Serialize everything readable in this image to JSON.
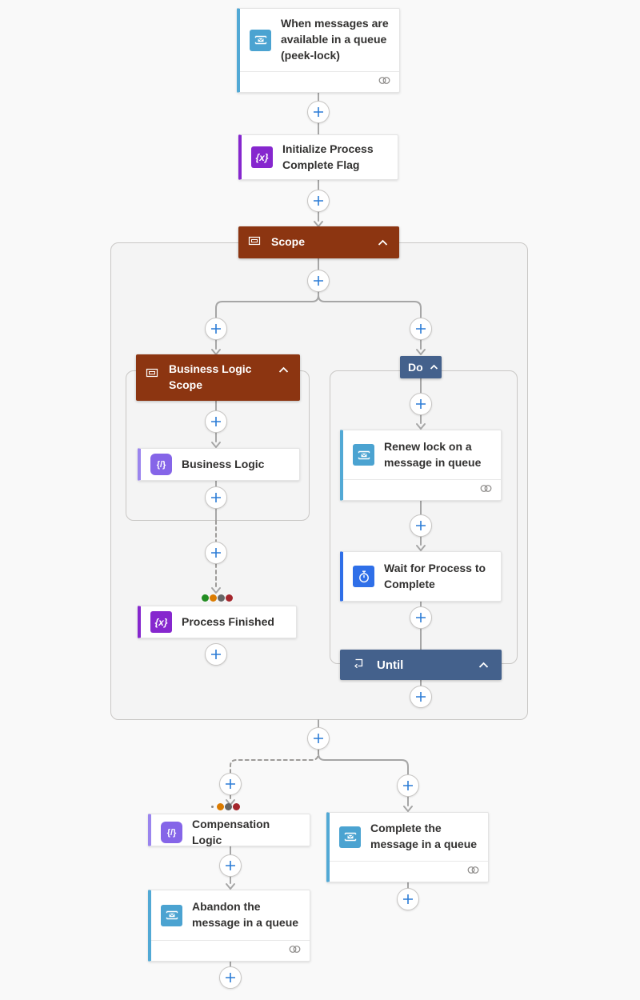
{
  "colors": {
    "page_bg": "#f9f9f9",
    "container_bg": "#f4f4f4",
    "container_border": "#c9c7c5",
    "connector_gray": "#a6a6a6",
    "plus_blue": "#2b7cd6",
    "card_text": "#323130",
    "scope_header_bg": "#8c3511",
    "loop_header_bg": "#44618c",
    "accent_service_bus": "#52a9d5",
    "icon_service_bus_bg": "#4ba3d1",
    "accent_variables": "#8627ce",
    "accent_inline_code": "#9b85ee",
    "icon_inline_code_bg": "#8565e8",
    "accent_delay": "#2f6fe8",
    "dot_green": "#218c21",
    "dot_orange": "#db7b00",
    "dot_gray": "#666666",
    "dot_red": "#a4262c"
  },
  "glyphs": {
    "variables": "{x}",
    "inline_code": "{/}"
  },
  "nodes": {
    "trigger": {
      "title": "When messages are available in a queue (peek-lock)",
      "icon": "service-bus"
    },
    "initialize_variable": {
      "title": "Initialize Process Complete Flag",
      "icon": "variables"
    },
    "scope": {
      "title": "Scope",
      "icon": "scope"
    },
    "business_logic_scope": {
      "title": "Business Logic Scope",
      "icon": "scope"
    },
    "business_logic": {
      "title": "Business Logic",
      "icon": "inline-code"
    },
    "process_finished": {
      "title": "Process Finished",
      "icon": "variables"
    },
    "do_loop": {
      "label": "Do"
    },
    "renew_lock": {
      "title": "Renew lock on a message in queue",
      "icon": "service-bus"
    },
    "wait_for_process": {
      "title": "Wait for Process to Complete",
      "icon": "delay"
    },
    "until": {
      "title": "Until",
      "icon": "until-loop"
    },
    "compensation_logic": {
      "title": "Compensation Logic",
      "icon": "inline-code"
    },
    "complete_message": {
      "title": "Complete the message in a queue",
      "icon": "service-bus"
    },
    "abandon_message": {
      "title": "Abandon the message in a queue",
      "icon": "service-bus"
    }
  },
  "run_after_indicators": {
    "process_finished": [
      "green",
      "orange",
      "gray",
      "red"
    ],
    "compensation_logic": [
      "small-gray",
      "orange",
      "gray",
      "red"
    ]
  }
}
